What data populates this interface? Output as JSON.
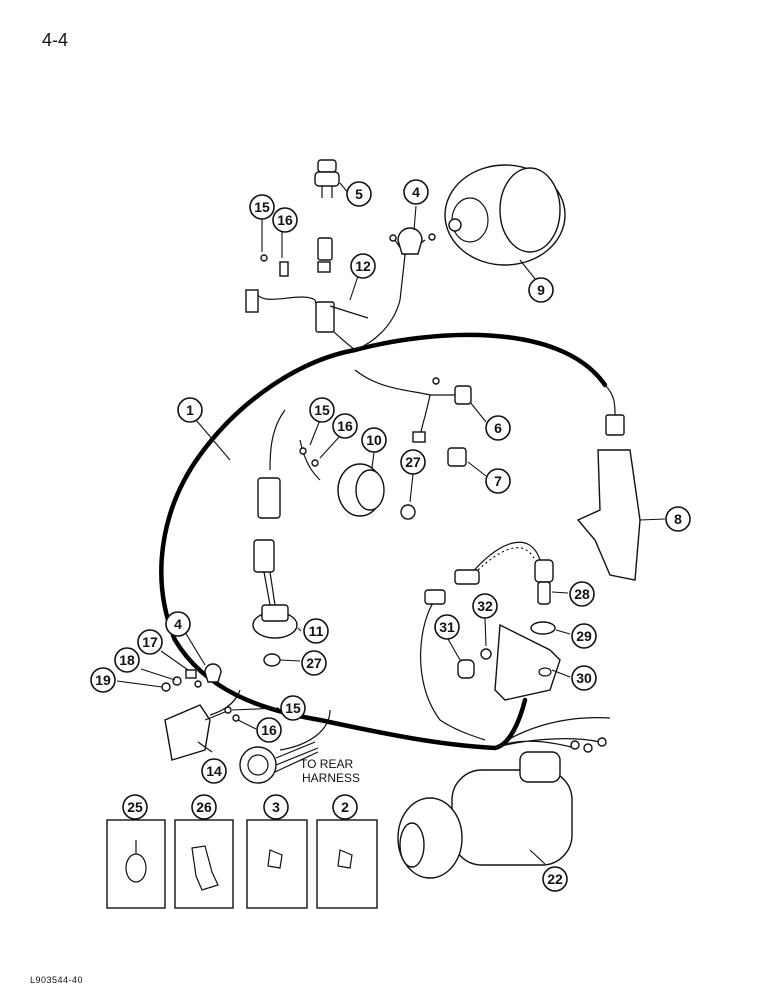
{
  "page_number": "4-4",
  "figure_code": "L903544-40",
  "note": {
    "line1": "TO REAR",
    "line2": "HARNESS"
  },
  "callouts": [
    "5",
    "4",
    "15",
    "16",
    "12",
    "9",
    "1",
    "15",
    "16",
    "10",
    "6",
    "27",
    "7",
    "8",
    "28",
    "32",
    "31",
    "29",
    "11",
    "30",
    "4",
    "17",
    "18",
    "19",
    "27",
    "15",
    "16",
    "14",
    "22",
    "25",
    "26",
    "3",
    "2"
  ]
}
